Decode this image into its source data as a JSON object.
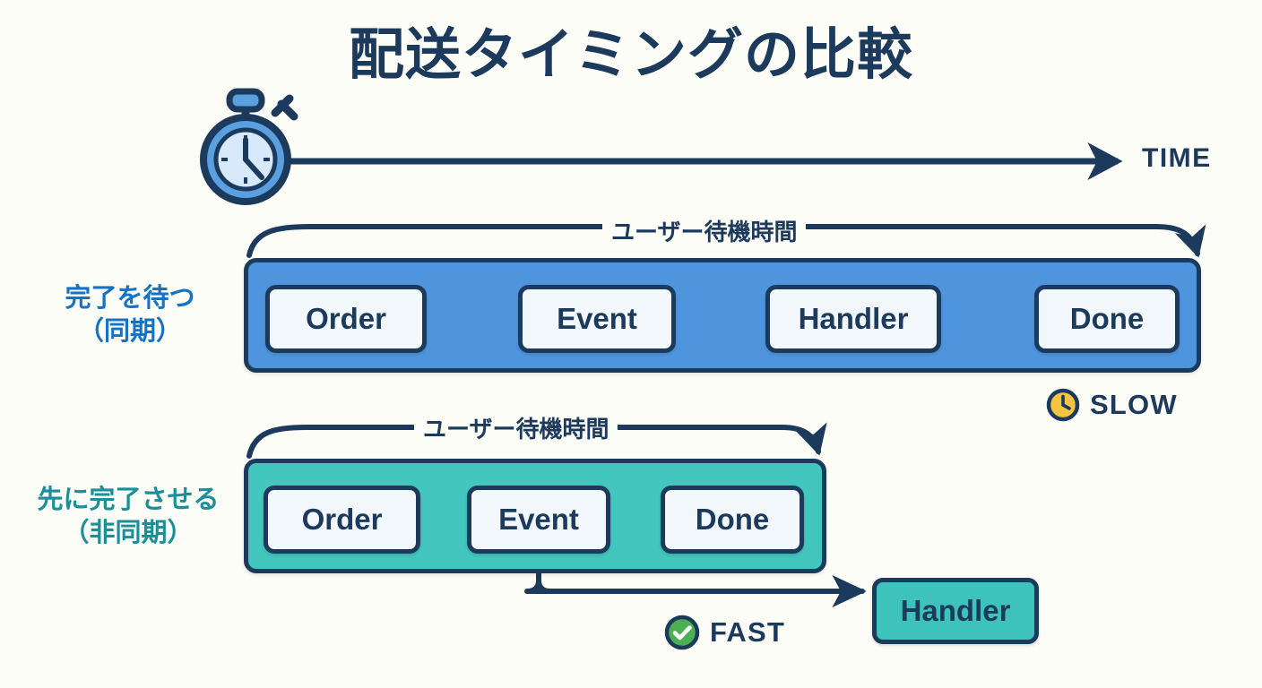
{
  "title": "配送タイミングの比較",
  "axis": {
    "icon": "stopwatch-icon",
    "label": "TIME"
  },
  "rows": [
    {
      "key": "sync",
      "label_line1": "完了を待つ",
      "label_line2": "（同期）",
      "label_color": "#1673c4",
      "band_color": "#4e95de",
      "bracket_caption": "ユーザー待機時間",
      "steps": [
        "Order",
        "Event",
        "Handler",
        "Done"
      ],
      "verdict": {
        "icon": "clock-icon",
        "text": "SLOW",
        "icon_color": "#f5c542"
      }
    },
    {
      "key": "async",
      "label_line1": "先に完了させる",
      "label_line2": "（非同期）",
      "label_color": "#1a8f99",
      "band_color": "#42c6bd",
      "bracket_caption": "ユーザー待機時間",
      "steps": [
        "Order",
        "Event",
        "Done"
      ],
      "deferred_step": "Handler",
      "verdict": {
        "icon": "check-circle-icon",
        "text": "FAST",
        "icon_color": "#4caf50"
      }
    }
  ],
  "colors": {
    "background": "#fdfdf8",
    "outline": "#1b3a5c",
    "box_fill": "#f2f7fc",
    "sync_band": "#4e95de",
    "async_band": "#42c6bd",
    "slow_amber": "#f5c542",
    "fast_green": "#4caf50"
  }
}
